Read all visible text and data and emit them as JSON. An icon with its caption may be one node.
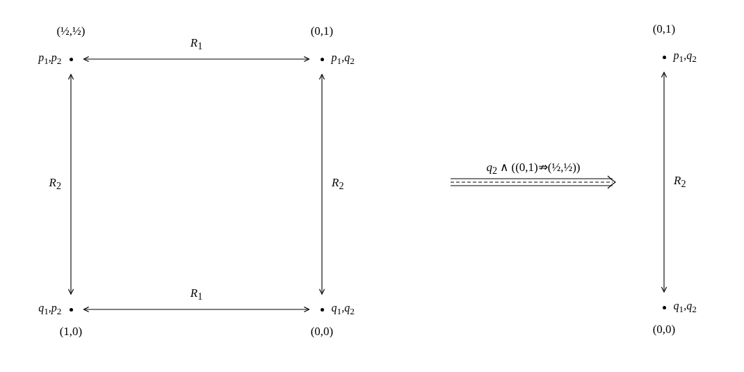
{
  "diagram": {
    "nodes": [
      {
        "text": [
          "*p*$_{1}$,*p*$_{2}$"
        ],
        "beside": [
          "(½,½)"
        ]
      },
      {
        "text": [
          "*p*$_{1}$,*q*$_{2}$"
        ],
        "beside": [
          "(0,1)"
        ]
      },
      {
        "text": [
          "*q*$_{1}$,*p*$_{2}$"
        ],
        "beside": [
          "(1,0)"
        ]
      },
      {
        "text": [
          "*q*$_{1}$,*q*$_{2}$"
        ],
        "beside": [
          "(0,0)"
        ]
      },
      {
        "text": [
          "*p*$_{1}$,*q*$_{2}$"
        ],
        "beside": [
          "(0,1)"
        ]
      },
      {
        "text": [
          "*q*$_{1}$,*q*$_{2}$"
        ],
        "beside": [
          "(0,0)"
        ]
      }
    ],
    "edges": [
      {
        "from": 0,
        "to": 1,
        "arrow": "both",
        "label": "*R*$_{1}$"
      },
      {
        "from": 0,
        "to": 2,
        "arrow": "both",
        "label": "*R*$_{2}$"
      },
      {
        "from": 1,
        "to": 3,
        "arrow": "both",
        "label": "*R*$_{2}$"
      },
      {
        "from": 2,
        "to": 3,
        "arrow": "both",
        "label": "*R*$_{1}$"
      },
      {
        "from": 4,
        "to": 5,
        "arrow": "both",
        "label": "*R*$_{2}$"
      }
    ],
    "labels": [
      "*q*$_{2}$ ∧ ((0,1)⇏(½,½))"
    ]
  }
}
